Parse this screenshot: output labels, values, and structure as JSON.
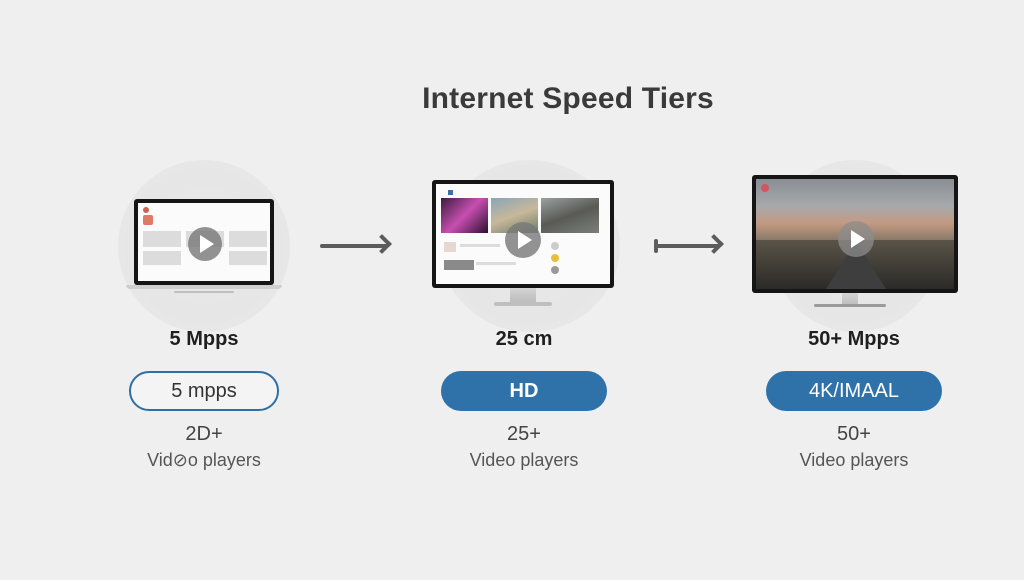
{
  "title": "Internet Speed Tiers",
  "tiers": [
    {
      "speed": "5 Mpps",
      "badge": "5 mpps",
      "badge_style": "outline",
      "count": "2D+",
      "caption": "Vid⊘o players",
      "device": "laptop",
      "screen_content": "low-res video site with placeholder thumbnails"
    },
    {
      "speed": "25 cm",
      "badge": "HD",
      "badge_style": "filled",
      "count": "25+",
      "caption": "Video players",
      "device": "monitor",
      "screen_content": "video streaming site with thumbnails"
    },
    {
      "speed": "50+ Mpps",
      "badge": "4K/IMAAL",
      "badge_style": "filled",
      "count": "50+",
      "caption": "Video players",
      "device": "tv",
      "screen_content": "mountain road landscape video"
    }
  ],
  "arrows": [
    "arrow-right",
    "arrow-right"
  ],
  "icons": {
    "play": "play-icon"
  },
  "colors": {
    "accent": "#2f72aa",
    "background": "#efefef",
    "text": "#2a2a2a"
  }
}
